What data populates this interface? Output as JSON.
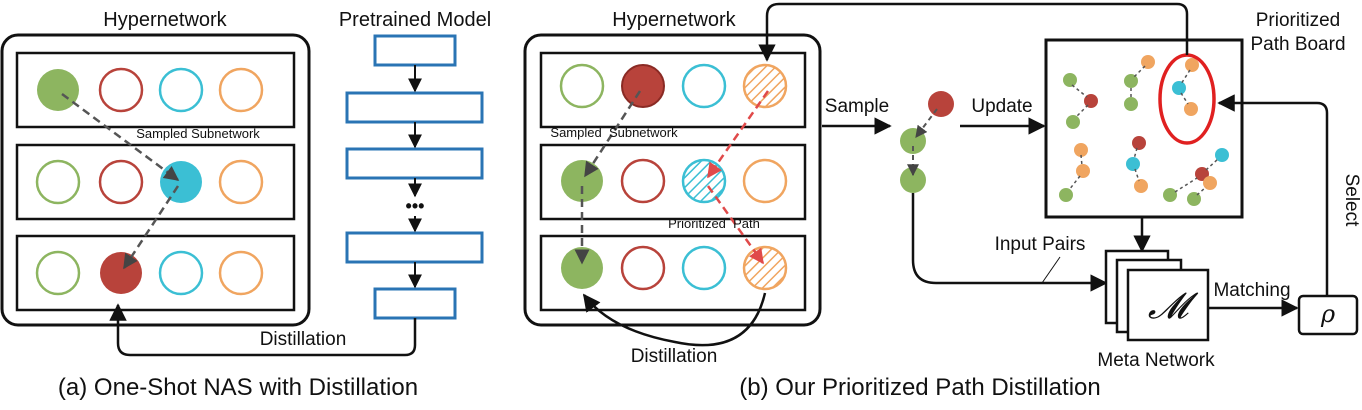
{
  "panel_a": {
    "hypernetwork_label": "Hypernetwork",
    "pretrained_label": "Pretrained Model",
    "sampled_label": "Sampled Subnetwork",
    "distillation_label": "Distillation",
    "dots_label": "•••",
    "caption": "(a) One-Shot NAS with Distillation"
  },
  "panel_b": {
    "hypernetwork_label": "Hypernetwork",
    "sampled_label": "Sampled  Subnetwork",
    "prioritized_path_label": "Prioritized  Path",
    "distillation_label": "Distillation",
    "sample_label": "Sample",
    "update_label": "Update",
    "board_label_line1": "Prioritized",
    "board_label_line2": "Path Board",
    "select_label": "Select",
    "input_pairs_label": "Input Pairs",
    "matching_label": "Matching",
    "meta_symbol": "𝓜",
    "rho_symbol": "ρ",
    "meta_network_label": "Meta Network",
    "caption": "(b) Our Prioritized Path Distillation"
  },
  "colors": {
    "green": "#8db560",
    "red": "#b8433b",
    "cyan": "#3bbfd4",
    "orange": "#f0a560",
    "blue_box": "#2a74b4",
    "highlight": "#e02020"
  }
}
